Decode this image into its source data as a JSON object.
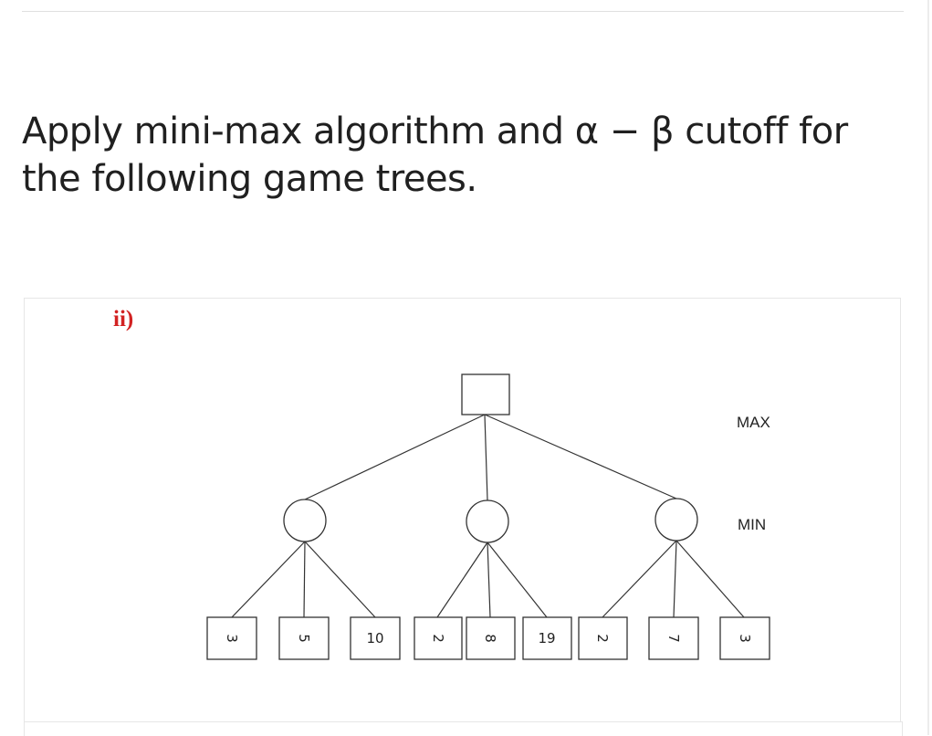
{
  "question": "Apply mini-max algorithm and α − β cutoff for the following game trees.",
  "figure": {
    "part_label": "ii)",
    "level_labels": {
      "max": "MAX",
      "min": "MIN"
    },
    "leaf_values": [
      "3",
      "5",
      "10",
      "2",
      "8",
      "19",
      "2",
      "7",
      "3"
    ]
  }
}
